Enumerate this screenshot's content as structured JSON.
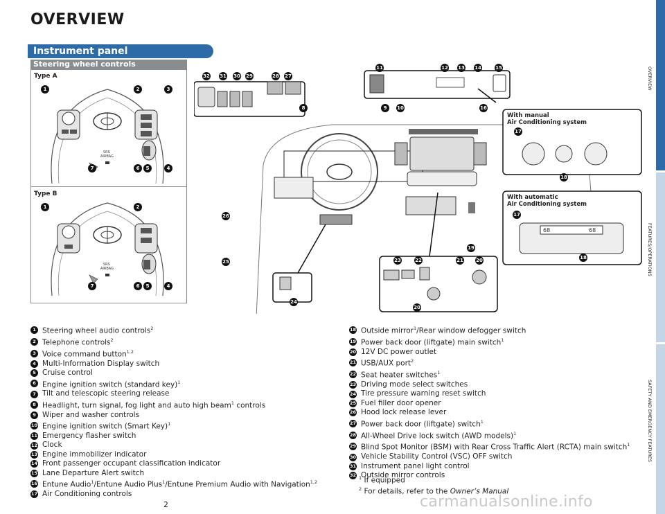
{
  "page": {
    "title": "OVERVIEW",
    "section": "Instrument panel",
    "subsection": "Steering wheel controls",
    "type_a": "Type A",
    "type_b": "Type B",
    "page_number": "2",
    "watermark": "carmanualsonline.info"
  },
  "side_tabs": [
    {
      "label": "OVERVIEW",
      "color": "#2d6ba8"
    },
    {
      "label": "FEATURES/OPERATIONS",
      "color": "#c5d5e8"
    },
    {
      "label": "SAFETY AND EMERGENCY FEATURES",
      "color": "#c5d5e8"
    }
  ],
  "callouts": {
    "manual_ac": [
      "With manual",
      "Air Conditioning system"
    ],
    "auto_ac": [
      "With automatic",
      "Air Conditioning system"
    ]
  },
  "left_list": [
    {
      "n": "1",
      "text": "Steering wheel audio controls",
      "sup": "2"
    },
    {
      "n": "2",
      "text": "Telephone controls",
      "sup": "2"
    },
    {
      "n": "3",
      "text": "Voice command button",
      "sup": "1,2"
    },
    {
      "n": "4",
      "text": "Multi-Information Display switch",
      "sup": ""
    },
    {
      "n": "5",
      "text": "Cruise control",
      "sup": ""
    },
    {
      "n": "6",
      "text": "Engine ignition switch (standard key)",
      "sup": "1"
    },
    {
      "n": "7",
      "text": "Tilt and telescopic steering release",
      "sup": ""
    },
    {
      "n": "8",
      "text": "Headlight, turn signal, fog light and auto high beam",
      "sup": "1",
      "after": " controls"
    },
    {
      "n": "9",
      "text": "Wiper and washer controls",
      "sup": ""
    },
    {
      "n": "10",
      "text": "Engine ignition switch (Smart Key)",
      "sup": "1"
    },
    {
      "n": "11",
      "text": "Emergency flasher switch",
      "sup": ""
    },
    {
      "n": "12",
      "text": "Clock",
      "sup": ""
    },
    {
      "n": "13",
      "text": "Engine immobilizer indicator",
      "sup": ""
    },
    {
      "n": "14",
      "text": "Front passenger occupant classification indicator",
      "sup": ""
    },
    {
      "n": "15",
      "text": "Lane Departure Alert switch",
      "sup": ""
    },
    {
      "n": "16",
      "text": "Entune Audio",
      "sup": "1",
      "after": "/Entune Audio Plus",
      "sup2": "1",
      "after2": "/Entune Premium Audio with Navigation",
      "sup3": "1,2"
    },
    {
      "n": "17",
      "text": "Air Conditioning controls",
      "sup": ""
    }
  ],
  "right_list": [
    {
      "n": "18",
      "text": "Outside mirror",
      "sup": "1",
      "after": "/Rear window defogger switch"
    },
    {
      "n": "19",
      "text": "Power back door (liftgate) main switch",
      "sup": "1"
    },
    {
      "n": "20",
      "text": "12V DC power outlet",
      "sup": ""
    },
    {
      "n": "21",
      "text": "USB/AUX port",
      "sup": "2"
    },
    {
      "n": "22",
      "text": "Seat heater switches",
      "sup": "1"
    },
    {
      "n": "23",
      "text": "Driving mode select switches",
      "sup": ""
    },
    {
      "n": "24",
      "text": "Tire pressure warning reset switch",
      "sup": ""
    },
    {
      "n": "25",
      "text": "Fuel filler door opener",
      "sup": ""
    },
    {
      "n": "26",
      "text": "Hood lock release lever",
      "sup": ""
    },
    {
      "n": "27",
      "text": "Power back door (liftgate) switch",
      "sup": "1"
    },
    {
      "n": "28",
      "text": "All-Wheel Drive lock switch (AWD models)",
      "sup": "1"
    },
    {
      "n": "29",
      "text": "Blind Spot Monitor (BSM) with Rear Cross Traffic Alert (RCTA) main switch",
      "sup": "1"
    },
    {
      "n": "30",
      "text": "Vehicle Stability Control (VSC) OFF switch",
      "sup": ""
    },
    {
      "n": "31",
      "text": "Instrument panel light control",
      "sup": ""
    },
    {
      "n": "32",
      "text": "Outside mirror controls",
      "sup": ""
    }
  ],
  "footnotes": [
    {
      "n": "1",
      "text": "If equipped"
    },
    {
      "n": "2",
      "text": "For details, refer to the ",
      "italic": "Owner’s Manual"
    }
  ],
  "sw_badges_a": [
    "1",
    "2",
    "3",
    "7",
    "6",
    "5",
    "4"
  ],
  "sw_badges_b": [
    "1",
    "2",
    "7",
    "6",
    "5",
    "4"
  ],
  "diagram_badges": [
    "32",
    "31",
    "30",
    "29",
    "28",
    "27",
    "11",
    "12",
    "13",
    "14",
    "15",
    "8",
    "9",
    "10",
    "16",
    "17",
    "18",
    "17",
    "18",
    "26",
    "25",
    "23",
    "22",
    "21",
    "20",
    "19",
    "24",
    "20"
  ],
  "ac_display": [
    "68",
    "68"
  ],
  "airbag_labels": [
    "SRS",
    "AIRBAG"
  ],
  "colors": {
    "accent": "#2d6ba8",
    "gray_banner": "#8a8d90",
    "badge": "#111111"
  }
}
